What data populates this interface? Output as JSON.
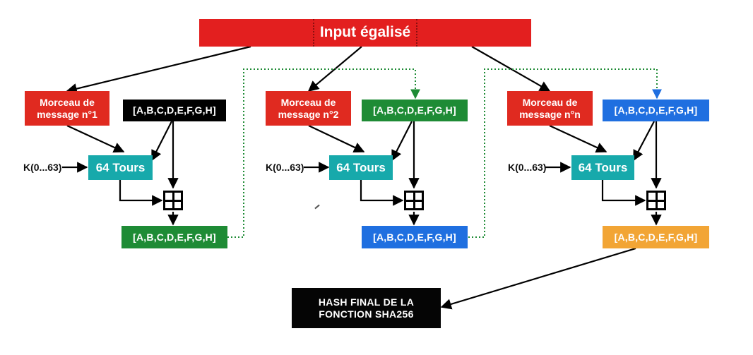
{
  "title": "Input égalisé",
  "chunks": [
    "Morceau de message n°1",
    "Morceau de message n°2",
    "Morceau de message n°n"
  ],
  "state_label": "[A,B,C,D,E,F,G,H]",
  "k_label": "K(0...63)",
  "tours_label": "64 Tours",
  "hash_label": "HASH FINAL DE LA FONCTION SHA256",
  "colors": {
    "title": "#e31f1f",
    "chunk": "#e02a20",
    "state_black": "#000000",
    "state_green": "#1e8b35",
    "state_blue": "#1f6fe0",
    "state_orange": "#f2a535",
    "tours": "#17a9ab",
    "hash": "#050505",
    "dotted_link": "#1e8b35"
  }
}
